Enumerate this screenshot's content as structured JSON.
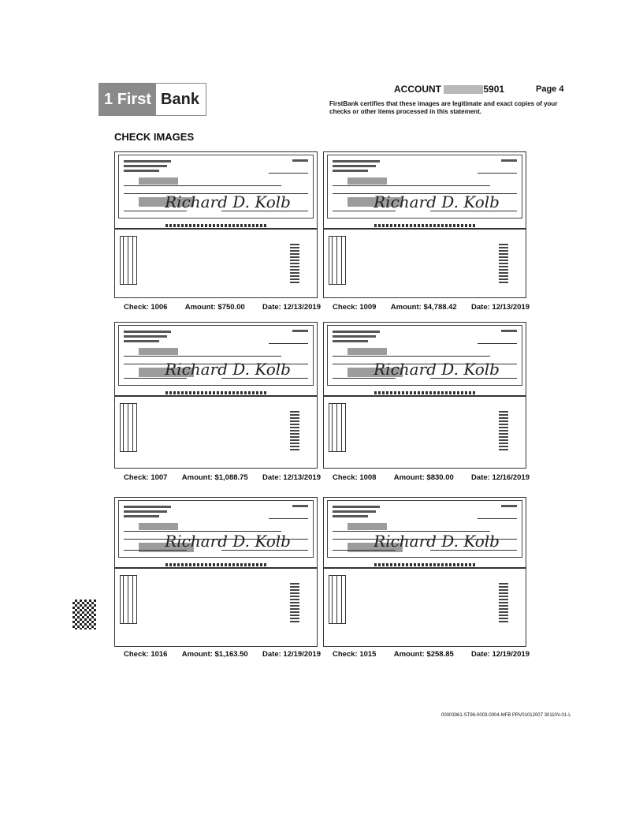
{
  "header": {
    "logo_num": "1",
    "logo_first": "First",
    "logo_bank": "Bank",
    "account_label": "ACCOUNT",
    "account_suffix": "5901",
    "page": "Page 4",
    "certification": "FirstBank certifies that these images are legitimate and exact copies of your checks or other items processed in this statement."
  },
  "section_title": "CHECK IMAGES",
  "checks": [
    {
      "check": "Check: 1006",
      "amount": "Amount: $750.00",
      "date": "Date: 12/13/2019",
      "signature": "Richard D. Kolb"
    },
    {
      "check": "Check: 1009",
      "amount": "Amount: $4,788.42",
      "date": "Date: 12/13/2019",
      "signature": "Richard D. Kolb"
    },
    {
      "check": "Check: 1007",
      "amount": "Amount: $1,088.75",
      "date": "Date: 12/13/2019",
      "signature": "Richard D. Kolb"
    },
    {
      "check": "Check: 1008",
      "amount": "Amount: $830.00",
      "date": "Date: 12/16/2019",
      "signature": "Richard D. Kolb"
    },
    {
      "check": "Check: 1016",
      "amount": "Amount: $1,163.50",
      "date": "Date: 12/19/2019",
      "signature": "Richard D. Kolb"
    },
    {
      "check": "Check: 1015",
      "amount": "Amount: $258.85",
      "date": "Date: 12/19/2019",
      "signature": "Richard D. Kolb"
    }
  ],
  "footer_code": "00003361-ST96-0003-0004-MFB PRV01012007 30110V-01-L"
}
